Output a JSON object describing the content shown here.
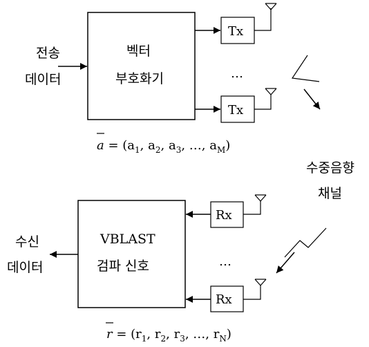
{
  "transmitter": {
    "input_label": [
      "전송",
      "데이터"
    ],
    "encoder_label": [
      "벡터",
      "부호화기"
    ],
    "tx_label": "Tx",
    "dots": "…",
    "equation": {
      "symbol": "a",
      "prefix": " = (",
      "terms": [
        {
          "base": "a",
          "sub": "1",
          "sep": ", "
        },
        {
          "base": "a",
          "sub": "2",
          "sep": ", "
        },
        {
          "base": "a",
          "sub": "3",
          "sep": ", …, "
        },
        {
          "base": "a",
          "sub": "M",
          "sep": ")"
        }
      ]
    }
  },
  "channel": {
    "label": [
      "수중음향",
      "채널"
    ]
  },
  "receiver": {
    "rx_label": "Rx",
    "dots": "…",
    "detector_label": [
      "VBLAST",
      "검파 신호"
    ],
    "output_label": [
      "수신",
      "데이터"
    ],
    "equation": {
      "symbol": "r",
      "prefix": " = (",
      "terms": [
        {
          "base": "r",
          "sub": "1",
          "sep": ", "
        },
        {
          "base": "r",
          "sub": "2",
          "sep": ", "
        },
        {
          "base": "r",
          "sub": "3",
          "sep": ", …, "
        },
        {
          "base": "r",
          "sub": "N",
          "sep": ")"
        }
      ]
    }
  }
}
